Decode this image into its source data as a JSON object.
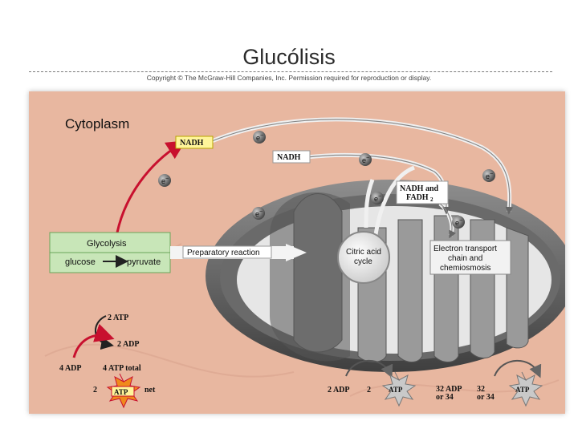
{
  "slide": {
    "title": "Glucólisis",
    "copyright": "Copyright © The McGraw-Hill Companies, Inc. Permission required for reproduction or display."
  },
  "figure": {
    "cytoplasm_label": "Cytoplasm",
    "nadh_label_1": "NADH",
    "nadh_label_2": "NADH",
    "nadh_fadh_label_a": "NADH and",
    "nadh_fadh_label_b": "FADH",
    "nadh_fadh_subscript": "2",
    "electron_symbol": "e",
    "electron_charge": "−",
    "glycolysis_title": "Glycolysis",
    "glucose": "glucose",
    "pyruvate": "pyruvate",
    "preparatory_reaction": "Preparatory reaction",
    "citric_acid_a": "Citric acid",
    "citric_acid_b": "cycle",
    "electron_transport_a": "Electron transport",
    "electron_transport_b": "chain and",
    "electron_transport_c": "chemiosmosis",
    "two_atp_in": "2 ATP",
    "two_adp_out": "2 ADP",
    "four_adp": "4 ADP",
    "four_atp_total": "4 ATP total",
    "net_two": "2",
    "atp": "ATP",
    "net": "net",
    "citric_adp": "2 ADP",
    "citric_atp_count": "2",
    "etc_adp_a": "32 ADP",
    "etc_adp_b": "or 34",
    "etc_atp_count_a": "32",
    "etc_atp_count_b": "or 34",
    "colors": {
      "background": "#e8b7a0",
      "glycolysis_box": "#c8e6b8",
      "red_arrow": "#c8102e",
      "atp_star_net": "#f08a1c",
      "atp_star_gray": "#c9c9c9",
      "nadh_box": "#fff59a"
    }
  }
}
